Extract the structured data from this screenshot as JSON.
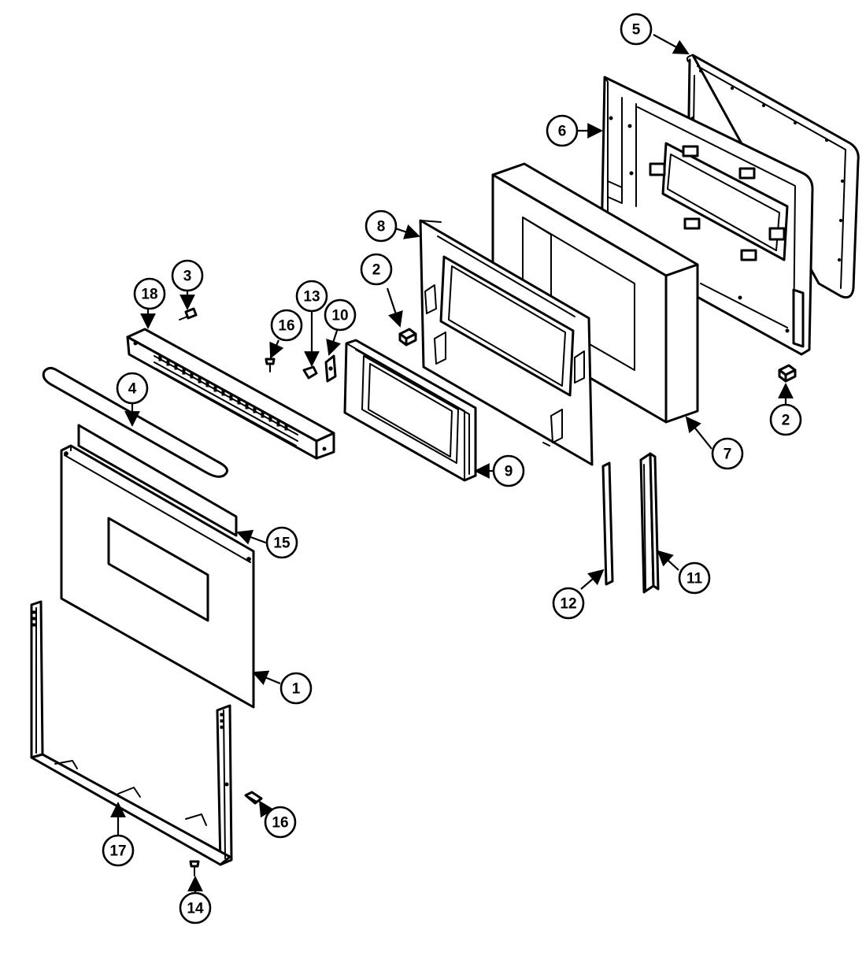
{
  "callouts": {
    "c1": "1",
    "c2a": "2",
    "c2b": "2",
    "c3": "3",
    "c4": "4",
    "c5": "5",
    "c6": "6",
    "c7": "7",
    "c8": "8",
    "c9": "9",
    "c10": "10",
    "c11": "11",
    "c12": "12",
    "c13": "13",
    "c14": "14",
    "c15": "15",
    "c16a": "16",
    "c16b": "16",
    "c17": "17",
    "c18": "18"
  },
  "colors": {
    "ink": "#000000",
    "paper": "#ffffff"
  }
}
